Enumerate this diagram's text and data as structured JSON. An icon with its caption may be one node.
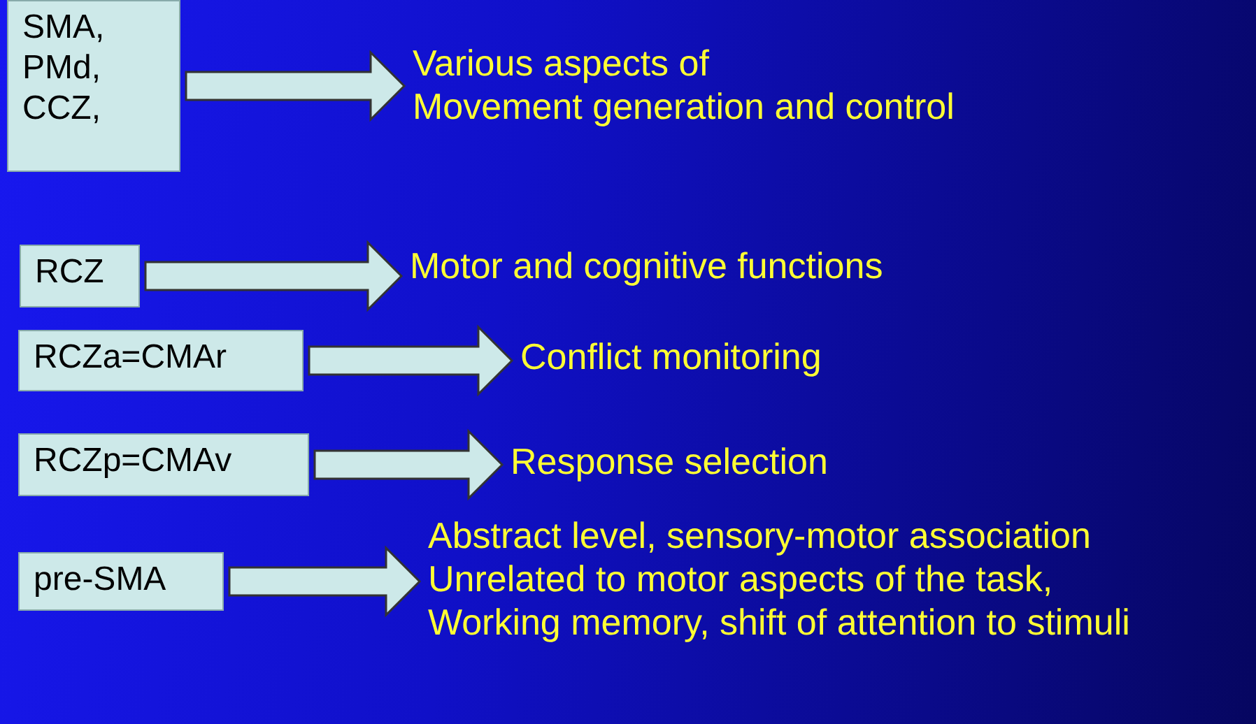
{
  "diagram": {
    "nodes": [
      {
        "text": [
          "SMA, PMd, CCZ,"
        ]
      },
      {
        "text": [
          "Various aspects of",
          "Movement generation and control"
        ]
      },
      {
        "text": [
          "RCZ"
        ]
      },
      {
        "text": [
          "Motor and cognitive functions"
        ]
      },
      {
        "text": [
          "RCZa=CMAr"
        ]
      },
      {
        "text": [
          "Conflict monitoring"
        ]
      },
      {
        "text": [
          "RCZp=CMAv"
        ]
      },
      {
        "text": [
          "Response selection"
        ]
      },
      {
        "text": [
          "pre-SMA"
        ]
      },
      {
        "text": [
          "Abstract level, sensory-motor association",
          "Unrelated to motor aspects of the task,",
          "Working memory, shift of attention to stimuli"
        ]
      }
    ],
    "edges": [
      {
        "from": 0,
        "to": 1,
        "arrow": "to",
        "style": "thick"
      },
      {
        "from": 2,
        "to": 3,
        "arrow": "to",
        "style": "thick"
      },
      {
        "from": 4,
        "to": 5,
        "arrow": "to",
        "style": "thick"
      },
      {
        "from": 6,
        "to": 7,
        "arrow": "to",
        "style": "thick"
      },
      {
        "from": 8,
        "to": 9,
        "arrow": "to",
        "style": "thick"
      }
    ]
  }
}
